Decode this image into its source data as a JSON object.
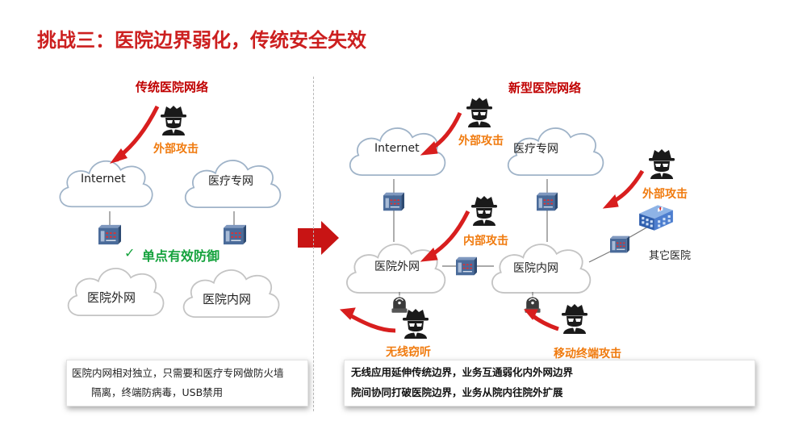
{
  "title": "挑战三：医院边界弱化，传统安全失效",
  "left": {
    "heading": "传统医院网络",
    "cloud_internet": "Internet",
    "cloud_medical_private": "医疗专网",
    "cloud_outer": "医院外网",
    "cloud_inner": "医院内网",
    "attack_external": "外部攻击",
    "check_mark": "✓",
    "single_defense": "单点有效防御",
    "description_line1": "医院内网相对独立，只需要和医疗专网做防火墙",
    "description_line2": "隔离，终端防病毒，USB禁用"
  },
  "right": {
    "heading": "新型医院网络",
    "cloud_internet": "Internet",
    "cloud_medical_private": "医疗专网",
    "cloud_outer": "医院外网",
    "cloud_inner": "医院内网",
    "attack_external_1": "外部攻击",
    "attack_external_2": "外部攻击",
    "attack_internal": "内部攻击",
    "attack_wireless": "无线窃听",
    "attack_mobile": "移动终端攻击",
    "other_hospital": "其它医院",
    "description_line1": "无线应用延伸传统边界，业务互通弱化内外网边界",
    "description_line2": "院间协同打破医院边界，业务从院内往院外扩展"
  },
  "colors": {
    "title_red": "#cc1f1f",
    "heading_red": "#c00000",
    "attack_orange": "#f07b0f",
    "defense_green": "#14a23c",
    "arrow_red": "#d81e1e",
    "firewall_blue": "#4a6b9a"
  },
  "icons": [
    "hacker-icon",
    "firewall-icon",
    "wifi-ap-icon",
    "hospital-building-icon",
    "arrow-icon",
    "checkmark-icon"
  ]
}
